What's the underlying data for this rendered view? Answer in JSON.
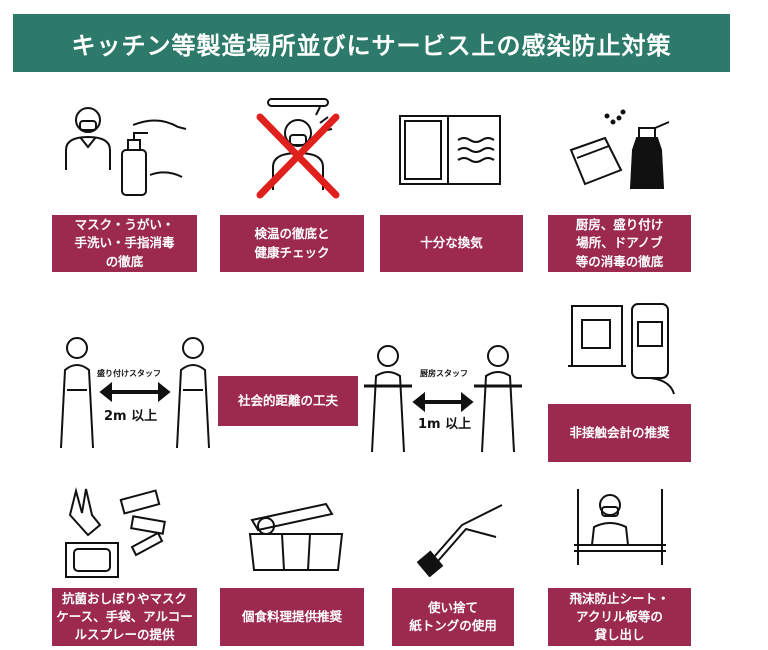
{
  "title": "キッチン等製造場所並びにサービス上の感染防止対策",
  "colors": {
    "banner": "#2d7a6a",
    "label": "#9c2a4f",
    "cross": "#e0201d"
  },
  "items": [
    {
      "label": "マスク・うがい・\n手洗い・手指消毒\nの徹底",
      "icon": "hand-sanitizer-icon"
    },
    {
      "label": "検温の徹底と\n健康チェック",
      "icon": "thermometer-cross-icon"
    },
    {
      "label": "十分な換気",
      "icon": "window-ventilation-icon"
    },
    {
      "label": "厨房、盛り付け\n場所、ドアノブ\n等の消毒の徹底",
      "icon": "spray-disinfect-icon"
    },
    {
      "label": "社会的距離の工夫",
      "icon": "social-distance-icon"
    },
    {
      "label": "非接触会計の推奨",
      "icon": "qr-payment-icon"
    },
    {
      "label": "抗菌おしぼりやマスク\nケース、手袋、アルコー\nルスプレーの提供",
      "icon": "supplies-icon"
    },
    {
      "label": "個食料理提供推奨",
      "icon": "bento-box-icon"
    },
    {
      "label": "使い捨て\n紙トングの使用",
      "icon": "tongs-icon"
    },
    {
      "label": "飛沫防止シート・\nアクリル板等の\n貸し出し",
      "icon": "acrylic-panel-icon"
    }
  ],
  "distance": {
    "left_staff": "盛り付けスタッフ",
    "left_distance": "2m 以上",
    "right_staff": "厨房スタッフ",
    "right_distance": "1m 以上"
  }
}
